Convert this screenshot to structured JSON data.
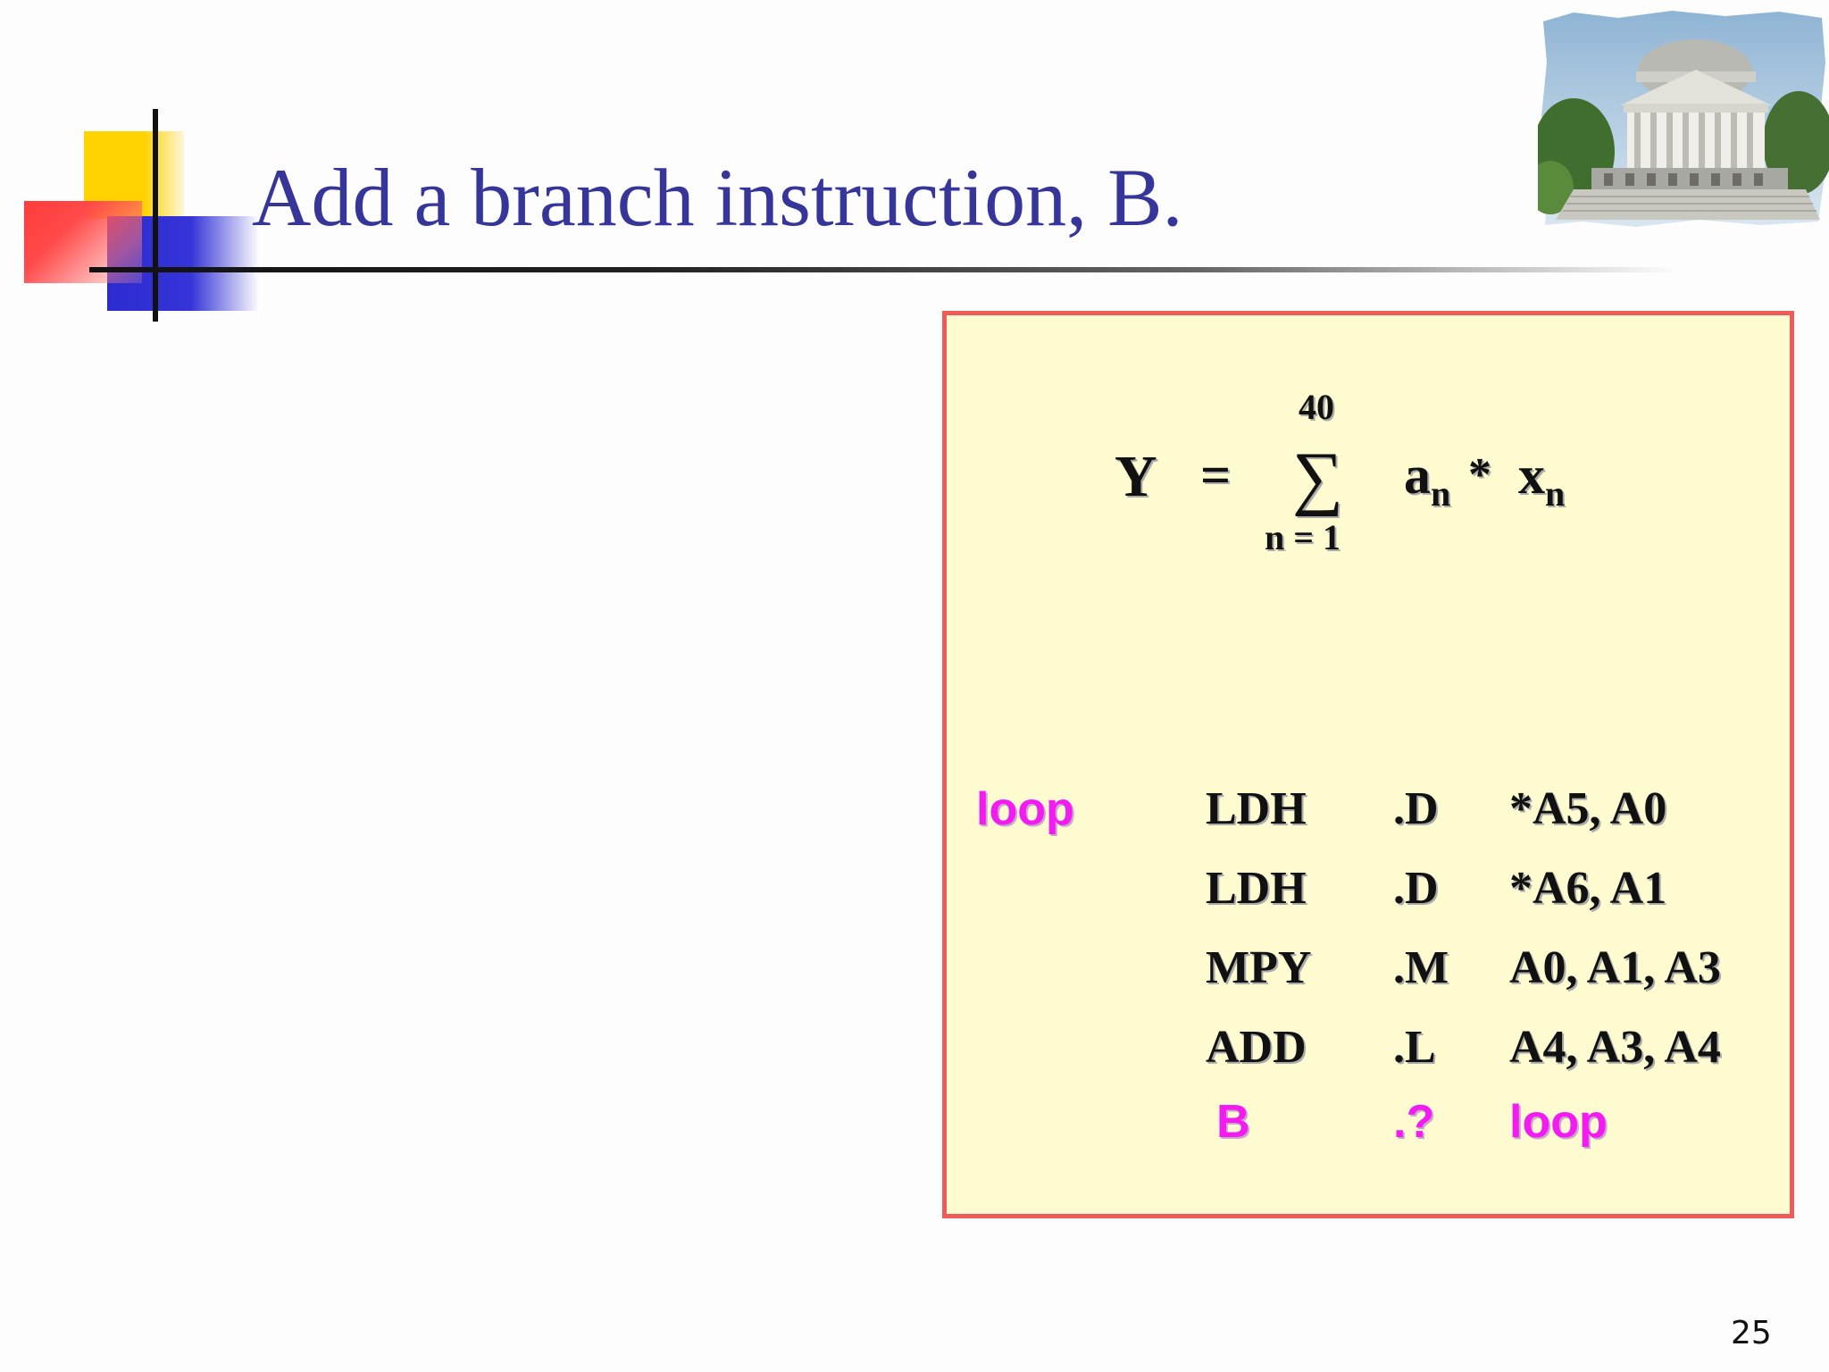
{
  "slide": {
    "title": "Add a branch instruction, B.",
    "page_number": "25"
  },
  "colors": {
    "title": "#35359a",
    "box_fill": "#fefbd0",
    "box_border": "#ef5a5a",
    "highlight": "#f21cf2"
  },
  "formula": {
    "lhs": "Y",
    "equals": "=",
    "upper_limit": "40",
    "sigma": "∑",
    "lower_limit": "n  =  1",
    "term_a": "a",
    "term_a_sub": "n",
    "times": "*",
    "term_x": "x",
    "term_x_sub": "n"
  },
  "code": {
    "rows": [
      {
        "label": "loop",
        "op": "LDH",
        "unit": ".D",
        "args": "*A5, A0"
      },
      {
        "label": "",
        "op": "LDH",
        "unit": ".D",
        "args": "*A6, A1"
      },
      {
        "label": "",
        "op": "MPY",
        "unit": ".M",
        "args": "A0, A1, A3"
      },
      {
        "label": "",
        "op": "ADD",
        "unit": ".L",
        "args": "A4, A3, A4"
      },
      {
        "label": "",
        "op": "B",
        "unit": ".?",
        "args": "loop"
      }
    ]
  }
}
